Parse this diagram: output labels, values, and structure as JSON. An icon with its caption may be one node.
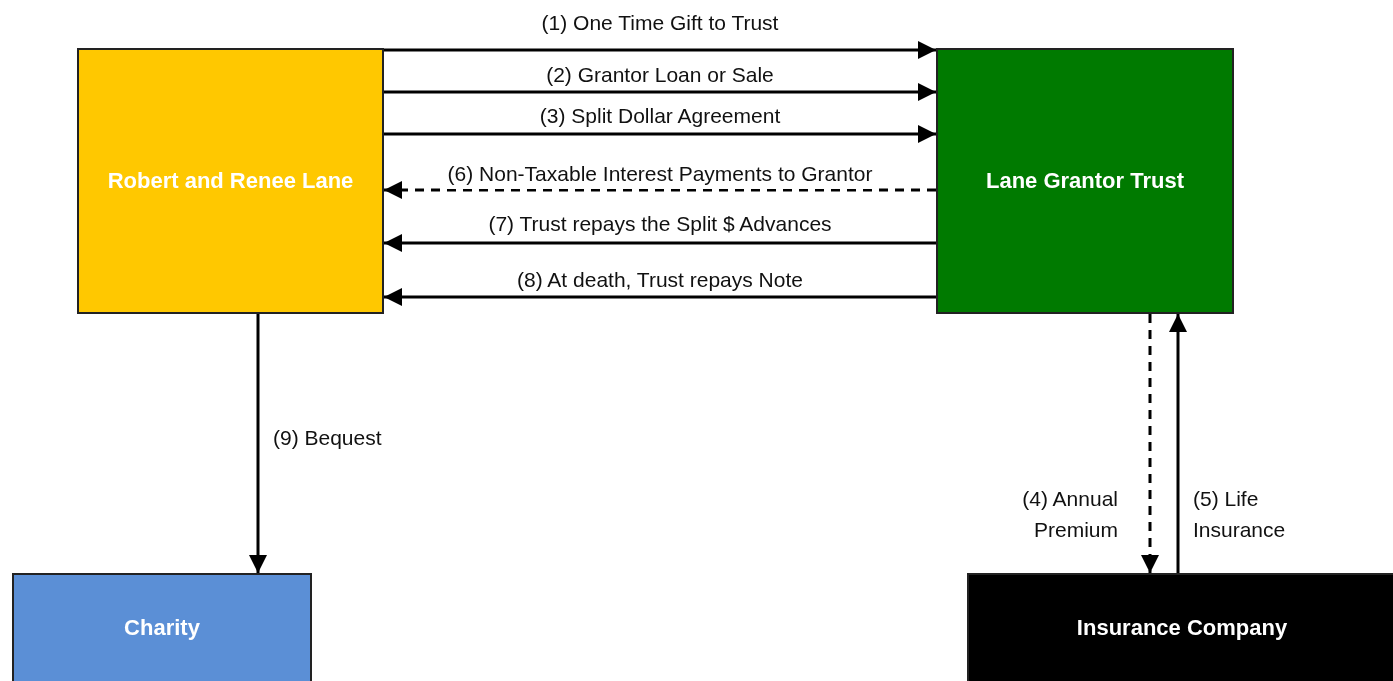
{
  "diagram": {
    "nodes": [
      {
        "text": [
          "Robert and Renee Lane"
        ]
      },
      {
        "text": [
          "Lane Grantor Trust"
        ]
      },
      {
        "text": [
          "Charity"
        ]
      },
      {
        "text": [
          "Insurance Company"
        ]
      }
    ],
    "edges": [
      {
        "from": 0,
        "to": 1,
        "arrow": "to",
        "label": "(1) One Time Gift to Trust"
      },
      {
        "from": 0,
        "to": 1,
        "arrow": "to",
        "label": "(2) Grantor Loan or Sale"
      },
      {
        "from": 0,
        "to": 1,
        "arrow": "to",
        "label": "(3) Split Dollar Agreement"
      },
      {
        "from": 1,
        "to": 3,
        "arrow": "to",
        "label": "(4) Annual Premium",
        "style": "dashed"
      },
      {
        "from": 3,
        "to": 1,
        "arrow": "to",
        "label": "(5) Life Insurance"
      },
      {
        "from": 1,
        "to": 0,
        "arrow": "to",
        "label": "(6) Non-Taxable Interest Payments to Grantor",
        "style": "dashed"
      },
      {
        "from": 1,
        "to": 0,
        "arrow": "to",
        "label": "(7) Trust repays the Split $ Advances"
      },
      {
        "from": 1,
        "to": 0,
        "arrow": "to",
        "label": "(8) At death, Trust repays Note"
      },
      {
        "from": 0,
        "to": 2,
        "arrow": "to",
        "label": "(9) Bequest"
      }
    ]
  }
}
